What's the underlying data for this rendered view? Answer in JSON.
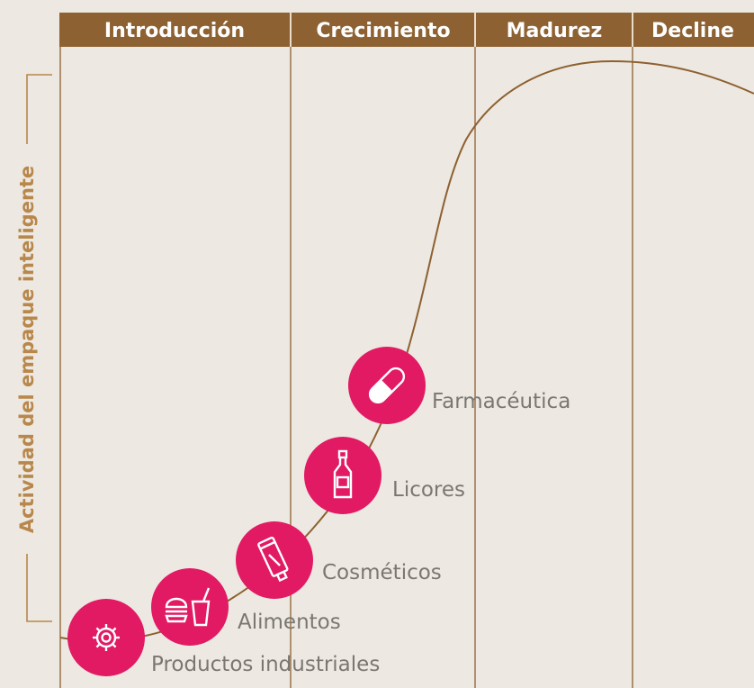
{
  "colors": {
    "background": "#ede8e1",
    "header": "#8d6131",
    "divider": "#8d6131",
    "curve": "#8d6131",
    "bracket": "#b8874b",
    "marker": "#e11a63",
    "label": "#7a7773"
  },
  "y_axis": {
    "label": "Actividad del empaque inteligente"
  },
  "stages": [
    {
      "name": "Introducción"
    },
    {
      "name": "Crecimiento"
    },
    {
      "name": "Madurez"
    },
    {
      "name": "Decline"
    }
  ],
  "products": [
    {
      "name": "Productos industriales",
      "icon": "gear-icon"
    },
    {
      "name": "Alimentos",
      "icon": "burger-drink-icon"
    },
    {
      "name": "Cosméticos",
      "icon": "tube-icon"
    },
    {
      "name": "Licores",
      "icon": "bottle-icon"
    },
    {
      "name": "Farmacéutica",
      "icon": "pill-icon"
    }
  ]
}
